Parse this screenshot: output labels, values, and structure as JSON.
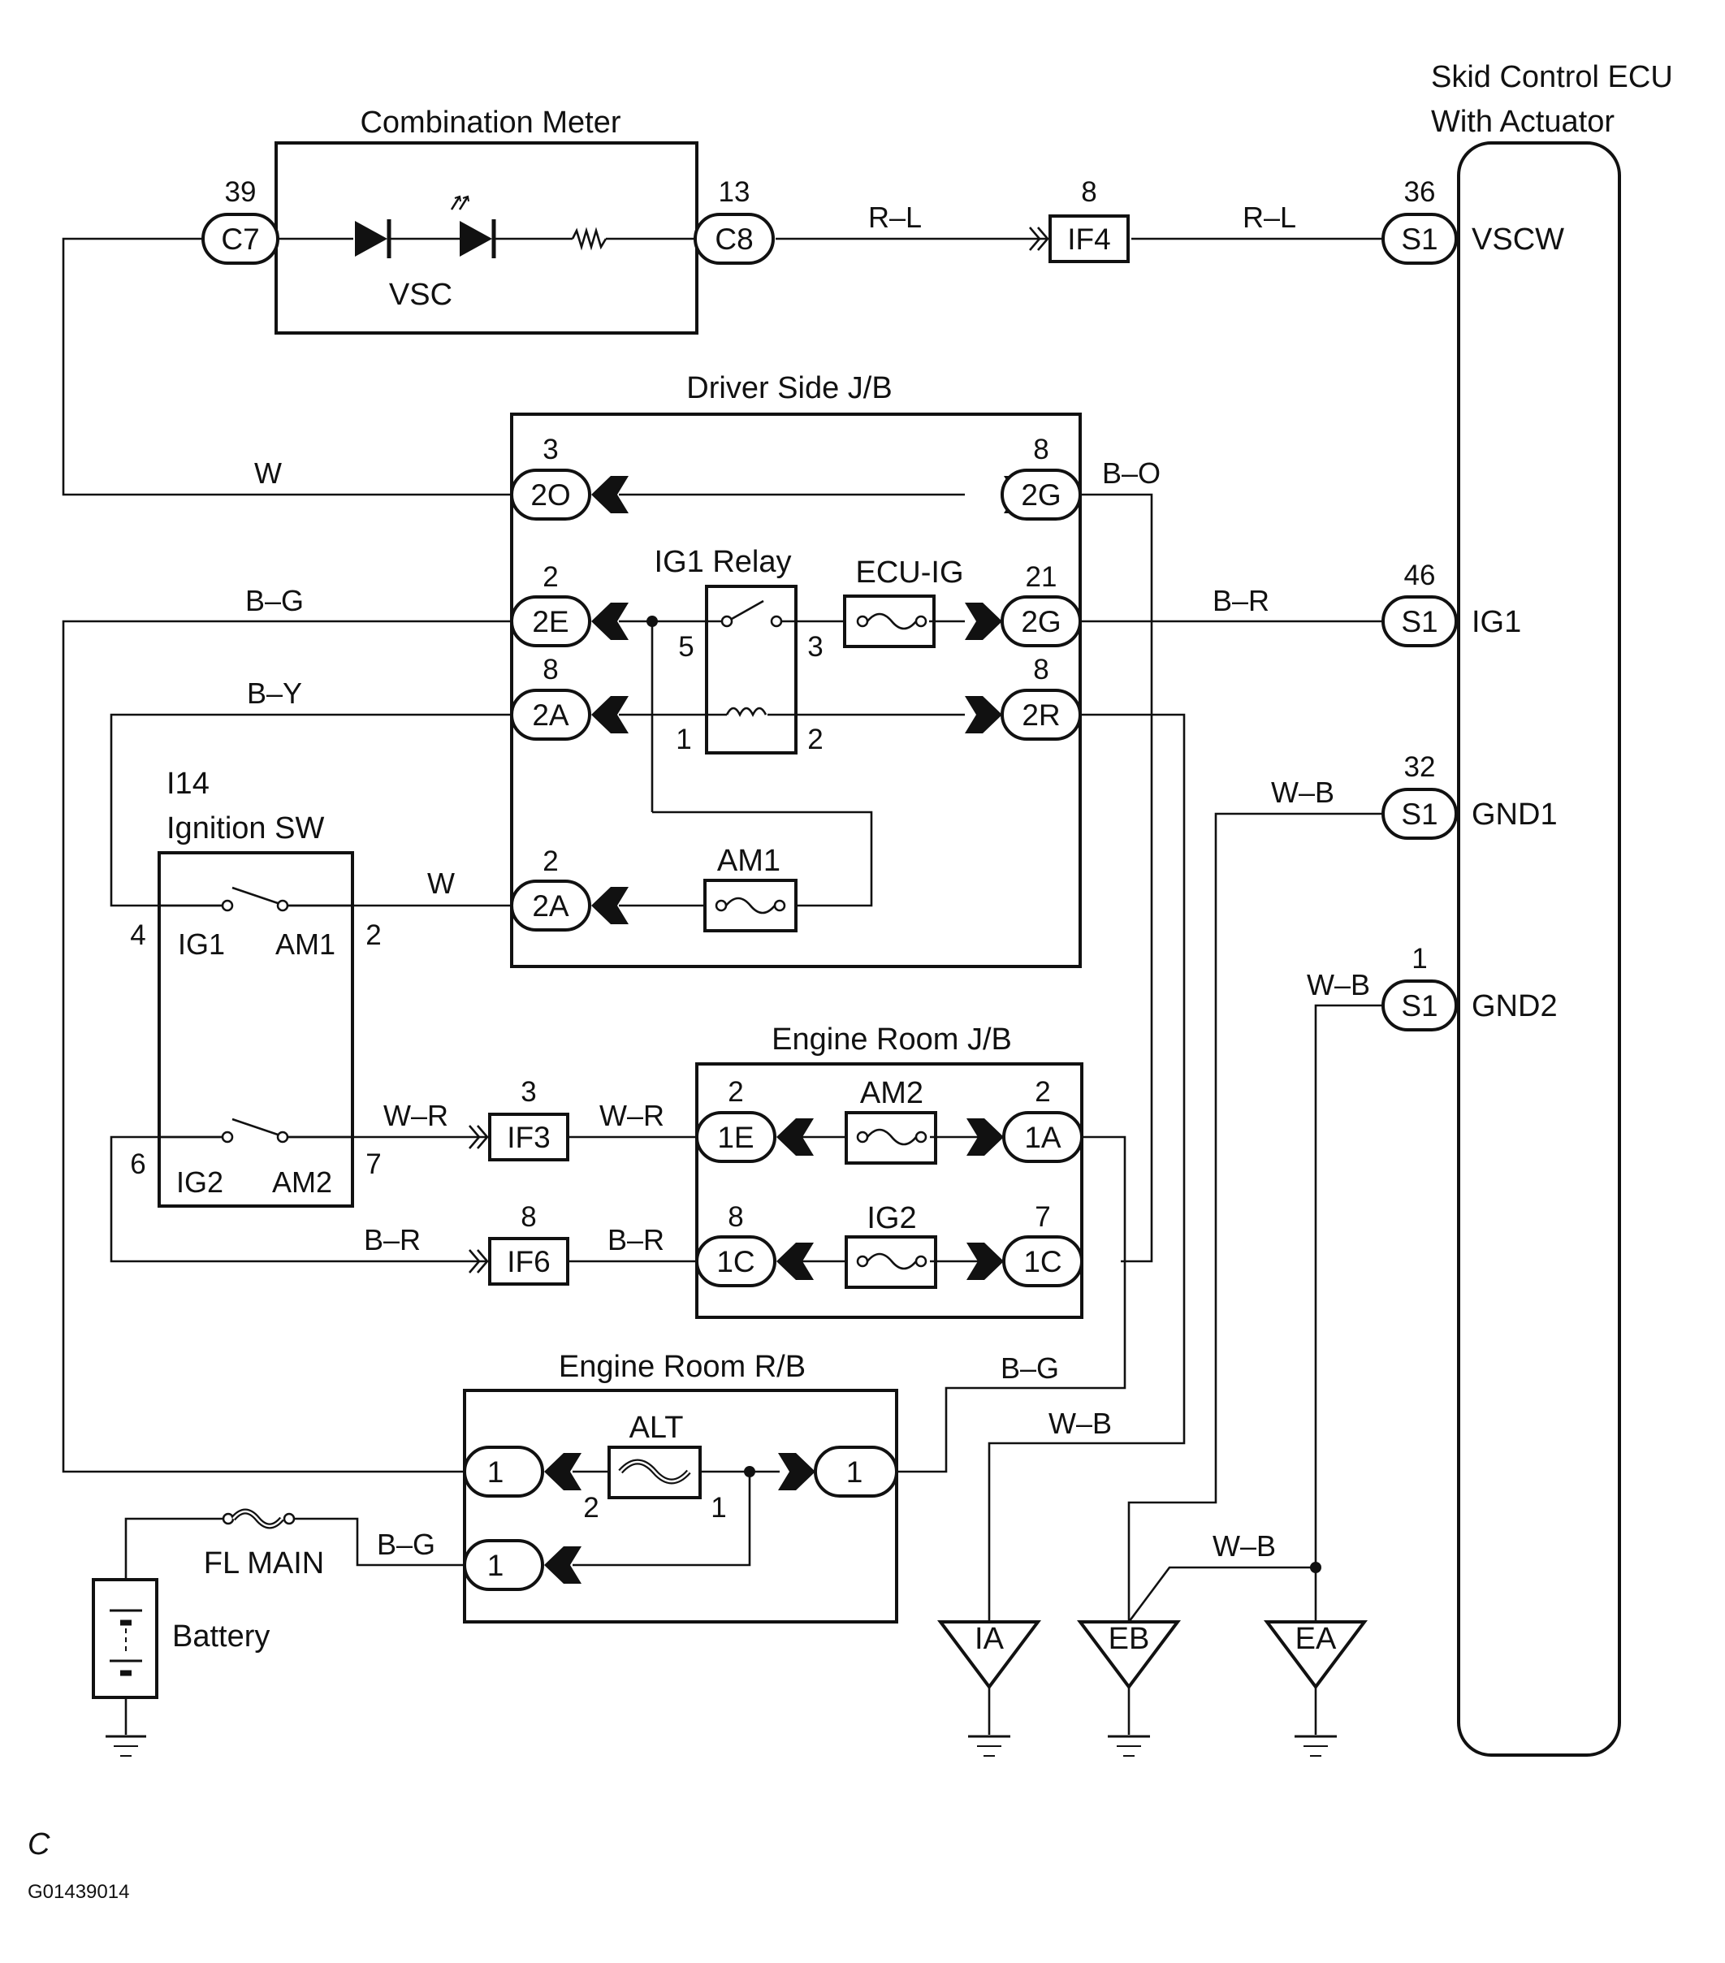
{
  "components": {
    "combination_meter": "Combination Meter",
    "vsc_lamp": "VSC",
    "skid_ecu_line1": "Skid Control ECU",
    "skid_ecu_line2": "With Actuator",
    "driver_jb": "Driver Side J/B",
    "ig1_relay": "IG1 Relay",
    "ecu_ig_fuse": "ECU-IG",
    "am1_fuse": "AM1",
    "ignition_sw_id": "I14",
    "ignition_sw": "Ignition SW",
    "engine_room_jb": "Engine Room J/B",
    "am2_fuse": "AM2",
    "ig2_fuse": "IG2",
    "engine_room_rb": "Engine Room R/B",
    "alt_fuse": "ALT",
    "fl_main": "FL MAIN",
    "battery": "Battery"
  },
  "connectors": {
    "c7": "C7",
    "c8": "C8",
    "if4": "IF4",
    "if3": "IF3",
    "if6": "IF6",
    "s1_vscw": "S1",
    "s1_ig1": "S1",
    "s1_gnd1": "S1",
    "s1_gnd2": "S1",
    "jb_2o": "2O",
    "jb_2g_top": "2G",
    "jb_2e": "2E",
    "jb_2g_mid": "2G",
    "jb_2a_top": "2A",
    "jb_2r": "2R",
    "jb_2a_bot": "2A",
    "er_1e": "1E",
    "er_1a": "1A",
    "er_1c_left": "1C",
    "er_1c_right": "1C",
    "rb_1_left": "1",
    "rb_1_right": "1",
    "rb_1_bottom": "1"
  },
  "pins": {
    "c7": "39",
    "c8": "13",
    "if4": "8",
    "s1_vscw": "36",
    "s1_ig1": "46",
    "s1_gnd1": "32",
    "s1_gnd2": "1",
    "jb_2o": "3",
    "jb_2g_top": "8",
    "jb_2e": "2",
    "jb_2g_mid": "21",
    "jb_2a_top": "8",
    "jb_2r": "8",
    "jb_2a_bot": "2",
    "relay_5": "5",
    "relay_3": "3",
    "relay_1": "1",
    "relay_2": "2",
    "sw_4": "4",
    "sw_2": "2",
    "sw_6": "6",
    "sw_7": "7",
    "if3": "3",
    "if6": "8",
    "er_1e": "2",
    "er_1a": "2",
    "er_1c_left": "8",
    "er_1c_right": "7",
    "alt_2": "2",
    "alt_1": "1"
  },
  "ecu_terminals": {
    "vscw": "VSCW",
    "ig1": "IG1",
    "gnd1": "GND1",
    "gnd2": "GND2"
  },
  "switch_terminals": {
    "ig1": "IG1",
    "am1": "AM1",
    "ig2": "IG2",
    "am2": "AM2"
  },
  "wires": {
    "rl_left": "R–L",
    "rl_right": "R–L",
    "w_top": "W",
    "bo": "B–O",
    "bg_top": "B–G",
    "br_ig1": "B–R",
    "by": "B–Y",
    "wb_gnd1": "W–B",
    "w_am1": "W",
    "wb_gnd2": "W–B",
    "wr_left": "W–R",
    "wr_right": "W–R",
    "br_left": "B–R",
    "br_right": "B–R",
    "bg_rb": "B–G",
    "wb_ia": "W–B",
    "wb_eb_ea": "W–B",
    "bg_battery": "B–G"
  },
  "grounds": {
    "ia": "IA",
    "eb": "EB",
    "ea": "EA"
  },
  "footer": {
    "letter": "C",
    "code": "G01439014"
  }
}
